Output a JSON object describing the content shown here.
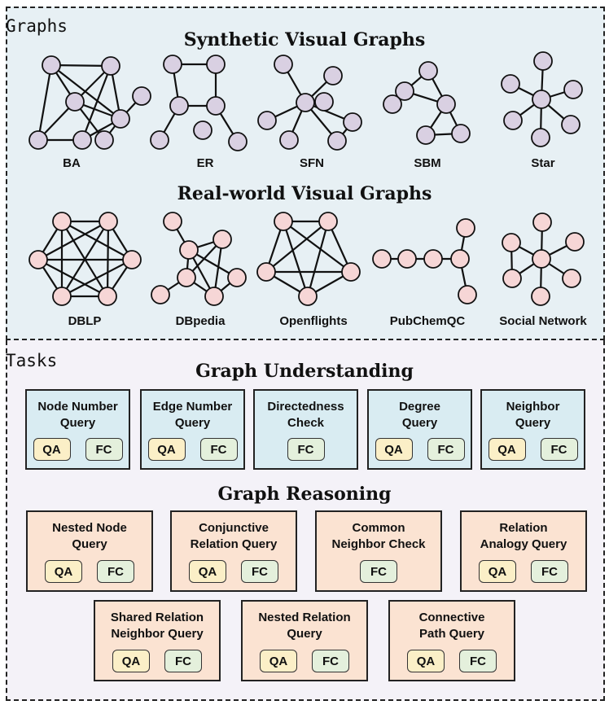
{
  "graphs": {
    "label": "Graphs",
    "synthetic_heading": "Synthetic Visual Graphs",
    "realworld_heading": "Real-world Visual Graphs",
    "synthetic": [
      "BA",
      "ER",
      "SFN",
      "SBM",
      "Star"
    ],
    "realworld": [
      "DBLP",
      "DBpedia",
      "Openflights",
      "PubChemQC",
      "Social Network"
    ]
  },
  "colors": {
    "synthetic_node": "#d9d0e2",
    "realworld_node": "#f6d6d6",
    "understanding_card": "#d9ecf2",
    "reasoning_card": "#fbe3d2",
    "qa_badge": "#fbefc7",
    "fc_badge": "#e4f0dc"
  },
  "tasks": {
    "label": "Tasks",
    "understanding_heading": "Graph Understanding",
    "reasoning_heading": "Graph Reasoning",
    "understanding": [
      {
        "title": "Node Number\nQuery",
        "qa": "QA",
        "fc": "FC"
      },
      {
        "title": "Edge Number\nQuery",
        "qa": "QA",
        "fc": "FC"
      },
      {
        "title": "Directedness\nCheck",
        "fc": "FC"
      },
      {
        "title": "Degree\nQuery",
        "qa": "QA",
        "fc": "FC"
      },
      {
        "title": "Neighbor\nQuery",
        "qa": "QA",
        "fc": "FC"
      }
    ],
    "reasoning_row1": [
      {
        "title": "Nested Node\nQuery",
        "qa": "QA",
        "fc": "FC"
      },
      {
        "title": "Conjunctive\nRelation Query",
        "qa": "QA",
        "fc": "FC"
      },
      {
        "title": "Common\nNeighbor Check",
        "fc": "FC"
      },
      {
        "title": "Relation\nAnalogy Query",
        "qa": "QA",
        "fc": "FC"
      }
    ],
    "reasoning_row2": [
      {
        "title": "Shared Relation\nNeighbor Query",
        "qa": "QA",
        "fc": "FC"
      },
      {
        "title": "Nested Relation\nQuery",
        "qa": "QA",
        "fc": "FC"
      },
      {
        "title": "Connective\nPath Query",
        "qa": "QA",
        "fc": "FC"
      }
    ]
  }
}
